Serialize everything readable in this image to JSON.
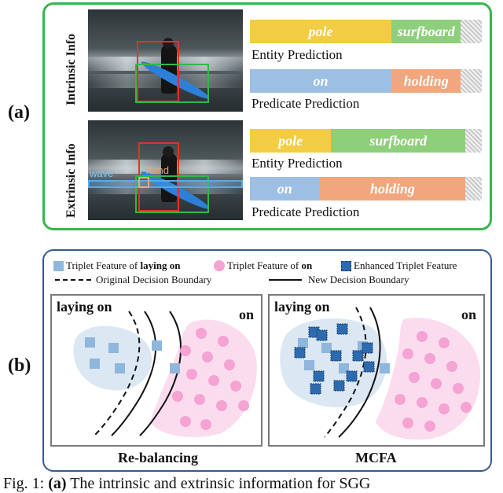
{
  "panel_a": {
    "label": "(a)",
    "intrinsic_label": "Intrinsic Info",
    "extrinsic_label": "Extrinsic Info",
    "image_labels": {
      "wave": "wave",
      "hand": "hand"
    },
    "intrinsic": {
      "entity": {
        "caption": "Entity Prediction",
        "segments": [
          {
            "label": "pole",
            "fraction": 0.61,
            "color": "#f3cc45"
          },
          {
            "label": "surfboard",
            "fraction": 0.3,
            "color": "#8dcf7a"
          }
        ]
      },
      "predicate": {
        "caption": "Predicate Prediction",
        "segments": [
          {
            "label": "on",
            "fraction": 0.61,
            "color": "#9dbfe3"
          },
          {
            "label": "holding",
            "fraction": 0.3,
            "color": "#f1a67d"
          }
        ]
      }
    },
    "extrinsic": {
      "entity": {
        "caption": "Entity Prediction",
        "segments": [
          {
            "label": "pole",
            "fraction": 0.35,
            "color": "#f3cc45"
          },
          {
            "label": "surfboard",
            "fraction": 0.58,
            "color": "#8dcf7a"
          }
        ]
      },
      "predicate": {
        "caption": "Predicate Prediction",
        "segments": [
          {
            "label": "on",
            "fraction": 0.3,
            "color": "#9dbfe3"
          },
          {
            "label": "holding",
            "fraction": 0.63,
            "color": "#f1a67d"
          }
        ]
      }
    }
  },
  "panel_b": {
    "label": "(b)",
    "legend": {
      "light_prefix": "Triplet Feature of",
      "light_bold": "laying on",
      "pink_prefix": "Triplet Feature of",
      "pink_bold": "on",
      "dark": "Enhanced Triplet Feature",
      "dashed": "Original Decision Boundary",
      "solid": "New Decision Boundary"
    },
    "left_box": {
      "class_a": "laying on",
      "class_b": "on",
      "title": "Re-balancing"
    },
    "right_box": {
      "class_a": "laying on",
      "class_b": "on",
      "title": "MCFA"
    }
  },
  "caption": {
    "prefix": "Fig. 1:",
    "bold": "(a)",
    "text": "The intrinsic and extrinsic information for SGG"
  },
  "colors": {
    "green_border": "#39b54a",
    "blue_border": "#3a5a8c",
    "light_square": "#8fb6dc",
    "dark_square": "#2d6bb0",
    "pink": "#f4a3d2",
    "blue_region": "#dbe7f3",
    "pink_region": "#fbdcef",
    "red_box": "#e0312f",
    "green_box": "#31b84a"
  }
}
